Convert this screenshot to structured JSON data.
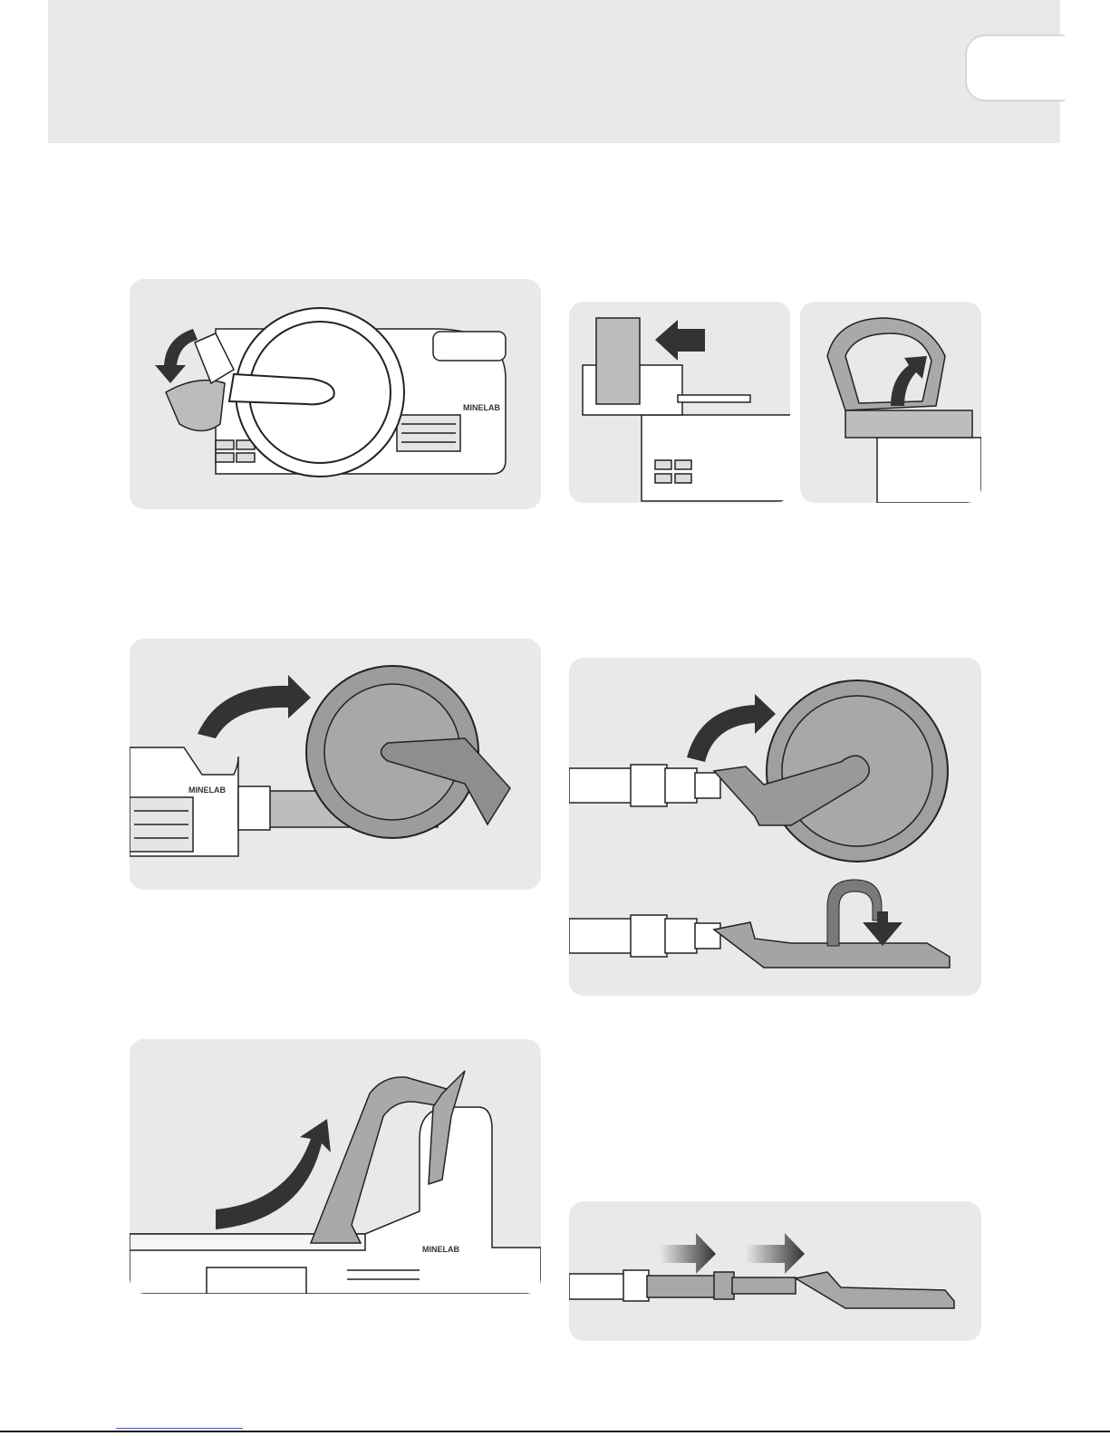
{
  "colors": {
    "header_bg": "#e8e9e8",
    "panel_bg": "#e8e9e8",
    "arrow": "#333333",
    "part_fill": "#c8c8c8",
    "outline": "#222222"
  },
  "brand": {
    "logo_text": "MINELAB"
  },
  "figures": [
    {
      "id": "fig-1",
      "icons": [
        "curved-arrow-down-icon",
        "coil-icon",
        "control-box-icon"
      ]
    },
    {
      "id": "fig-2",
      "icons": [
        "arrow-left-icon",
        "battery-icon"
      ]
    },
    {
      "id": "fig-3",
      "icons": [
        "strap-icon",
        "arrow-up-icon"
      ]
    },
    {
      "id": "fig-4",
      "icons": [
        "curved-arrow-right-icon",
        "coil-icon"
      ]
    },
    {
      "id": "fig-5",
      "icons": [
        "curved-arrow-right-icon",
        "curved-arrow-down-icon",
        "coil-icon"
      ]
    },
    {
      "id": "fig-6",
      "icons": [
        "curved-arrow-up-icon",
        "handle-icon"
      ]
    },
    {
      "id": "fig-7",
      "icons": [
        "arrow-right-icon",
        "arrow-right-icon",
        "shaft-icon"
      ]
    }
  ]
}
